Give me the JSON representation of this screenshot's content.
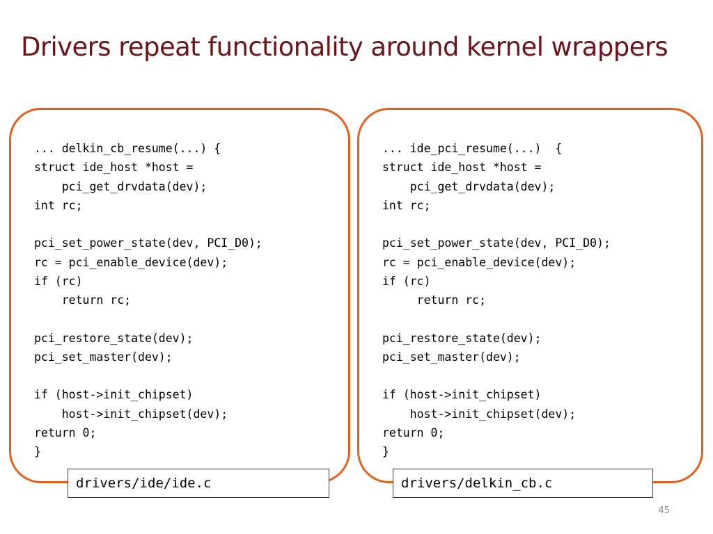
{
  "slide": {
    "title": "Drivers repeat functionality around kernel wrappers",
    "page_number": "45"
  },
  "panels": {
    "left": {
      "lines": [
        "... delkin_cb_resume(...) {",
        "struct ide_host *host =",
        "    pci_get_drvdata(dev);",
        "int rc;",
        "",
        "pci_set_power_state(dev, PCI_D0);",
        "rc = pci_enable_device(dev);",
        "if (rc)",
        "    return rc;",
        "",
        "pci_restore_state(dev);",
        "pci_set_master(dev);",
        "",
        "if (host->init_chipset)",
        "    host->init_chipset(dev);",
        "return 0;",
        "}"
      ],
      "file_label": "drivers/ide/ide.c"
    },
    "right": {
      "lines": [
        "... ide_pci_resume(...)  {",
        "struct ide_host *host =",
        "    pci_get_drvdata(dev);",
        "int rc;",
        "",
        "pci_set_power_state(dev, PCI_D0);",
        "rc = pci_enable_device(dev);",
        "if (rc)",
        "     return rc;",
        "",
        "pci_restore_state(dev);",
        "pci_set_master(dev);",
        "",
        "if (host->init_chipset)",
        "    host->init_chipset(dev);",
        "return 0;",
        "}"
      ],
      "file_label": "drivers/delkin_cb.c"
    }
  }
}
